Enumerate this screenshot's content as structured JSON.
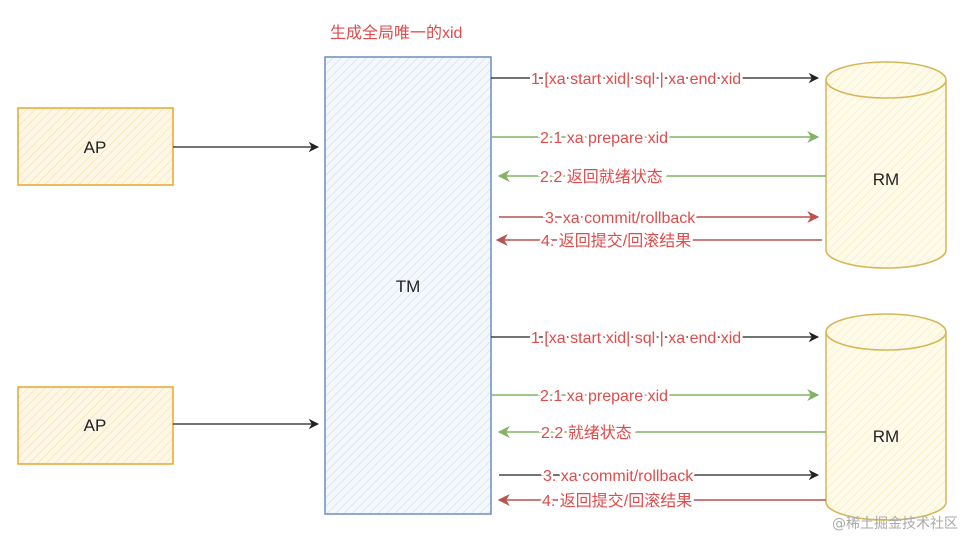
{
  "colors": {
    "dark": "#222222",
    "green": "#82b366",
    "red": "#b85450",
    "red_text": "#e04b4b",
    "ap_stroke": "#e6a92e",
    "ap_fill": "#fff7e6",
    "tm_stroke": "#6c8ebf",
    "tm_fill": "#eef3fb",
    "rm_stroke": "#d6b656",
    "rm_fill": "#fffbea"
  },
  "nodes": {
    "ap_top": "AP",
    "ap_bottom": "AP",
    "tm": "TM",
    "rm_top": "RM",
    "rm_bottom": "RM"
  },
  "tm_note": "生成全局唯一的xid",
  "messages_top": {
    "m1": "1.[xa start xid| sql | xa end xid",
    "m2": "2.1 xa prepare xid",
    "m3": "2.2 返回就绪状态",
    "m4": "3. xa commit/rollback",
    "m5": "4. 返回提交/回滚结果"
  },
  "messages_bottom": {
    "m1": "1.[xa start xid| sql | xa end xid",
    "m2": "2.1 xa prepare xid",
    "m3": "2.2 就绪状态",
    "m4": "3. xa commit/rollback",
    "m5": "4. 返回提交/回滚结果"
  },
  "watermark": "@稀土掘金技术社区"
}
